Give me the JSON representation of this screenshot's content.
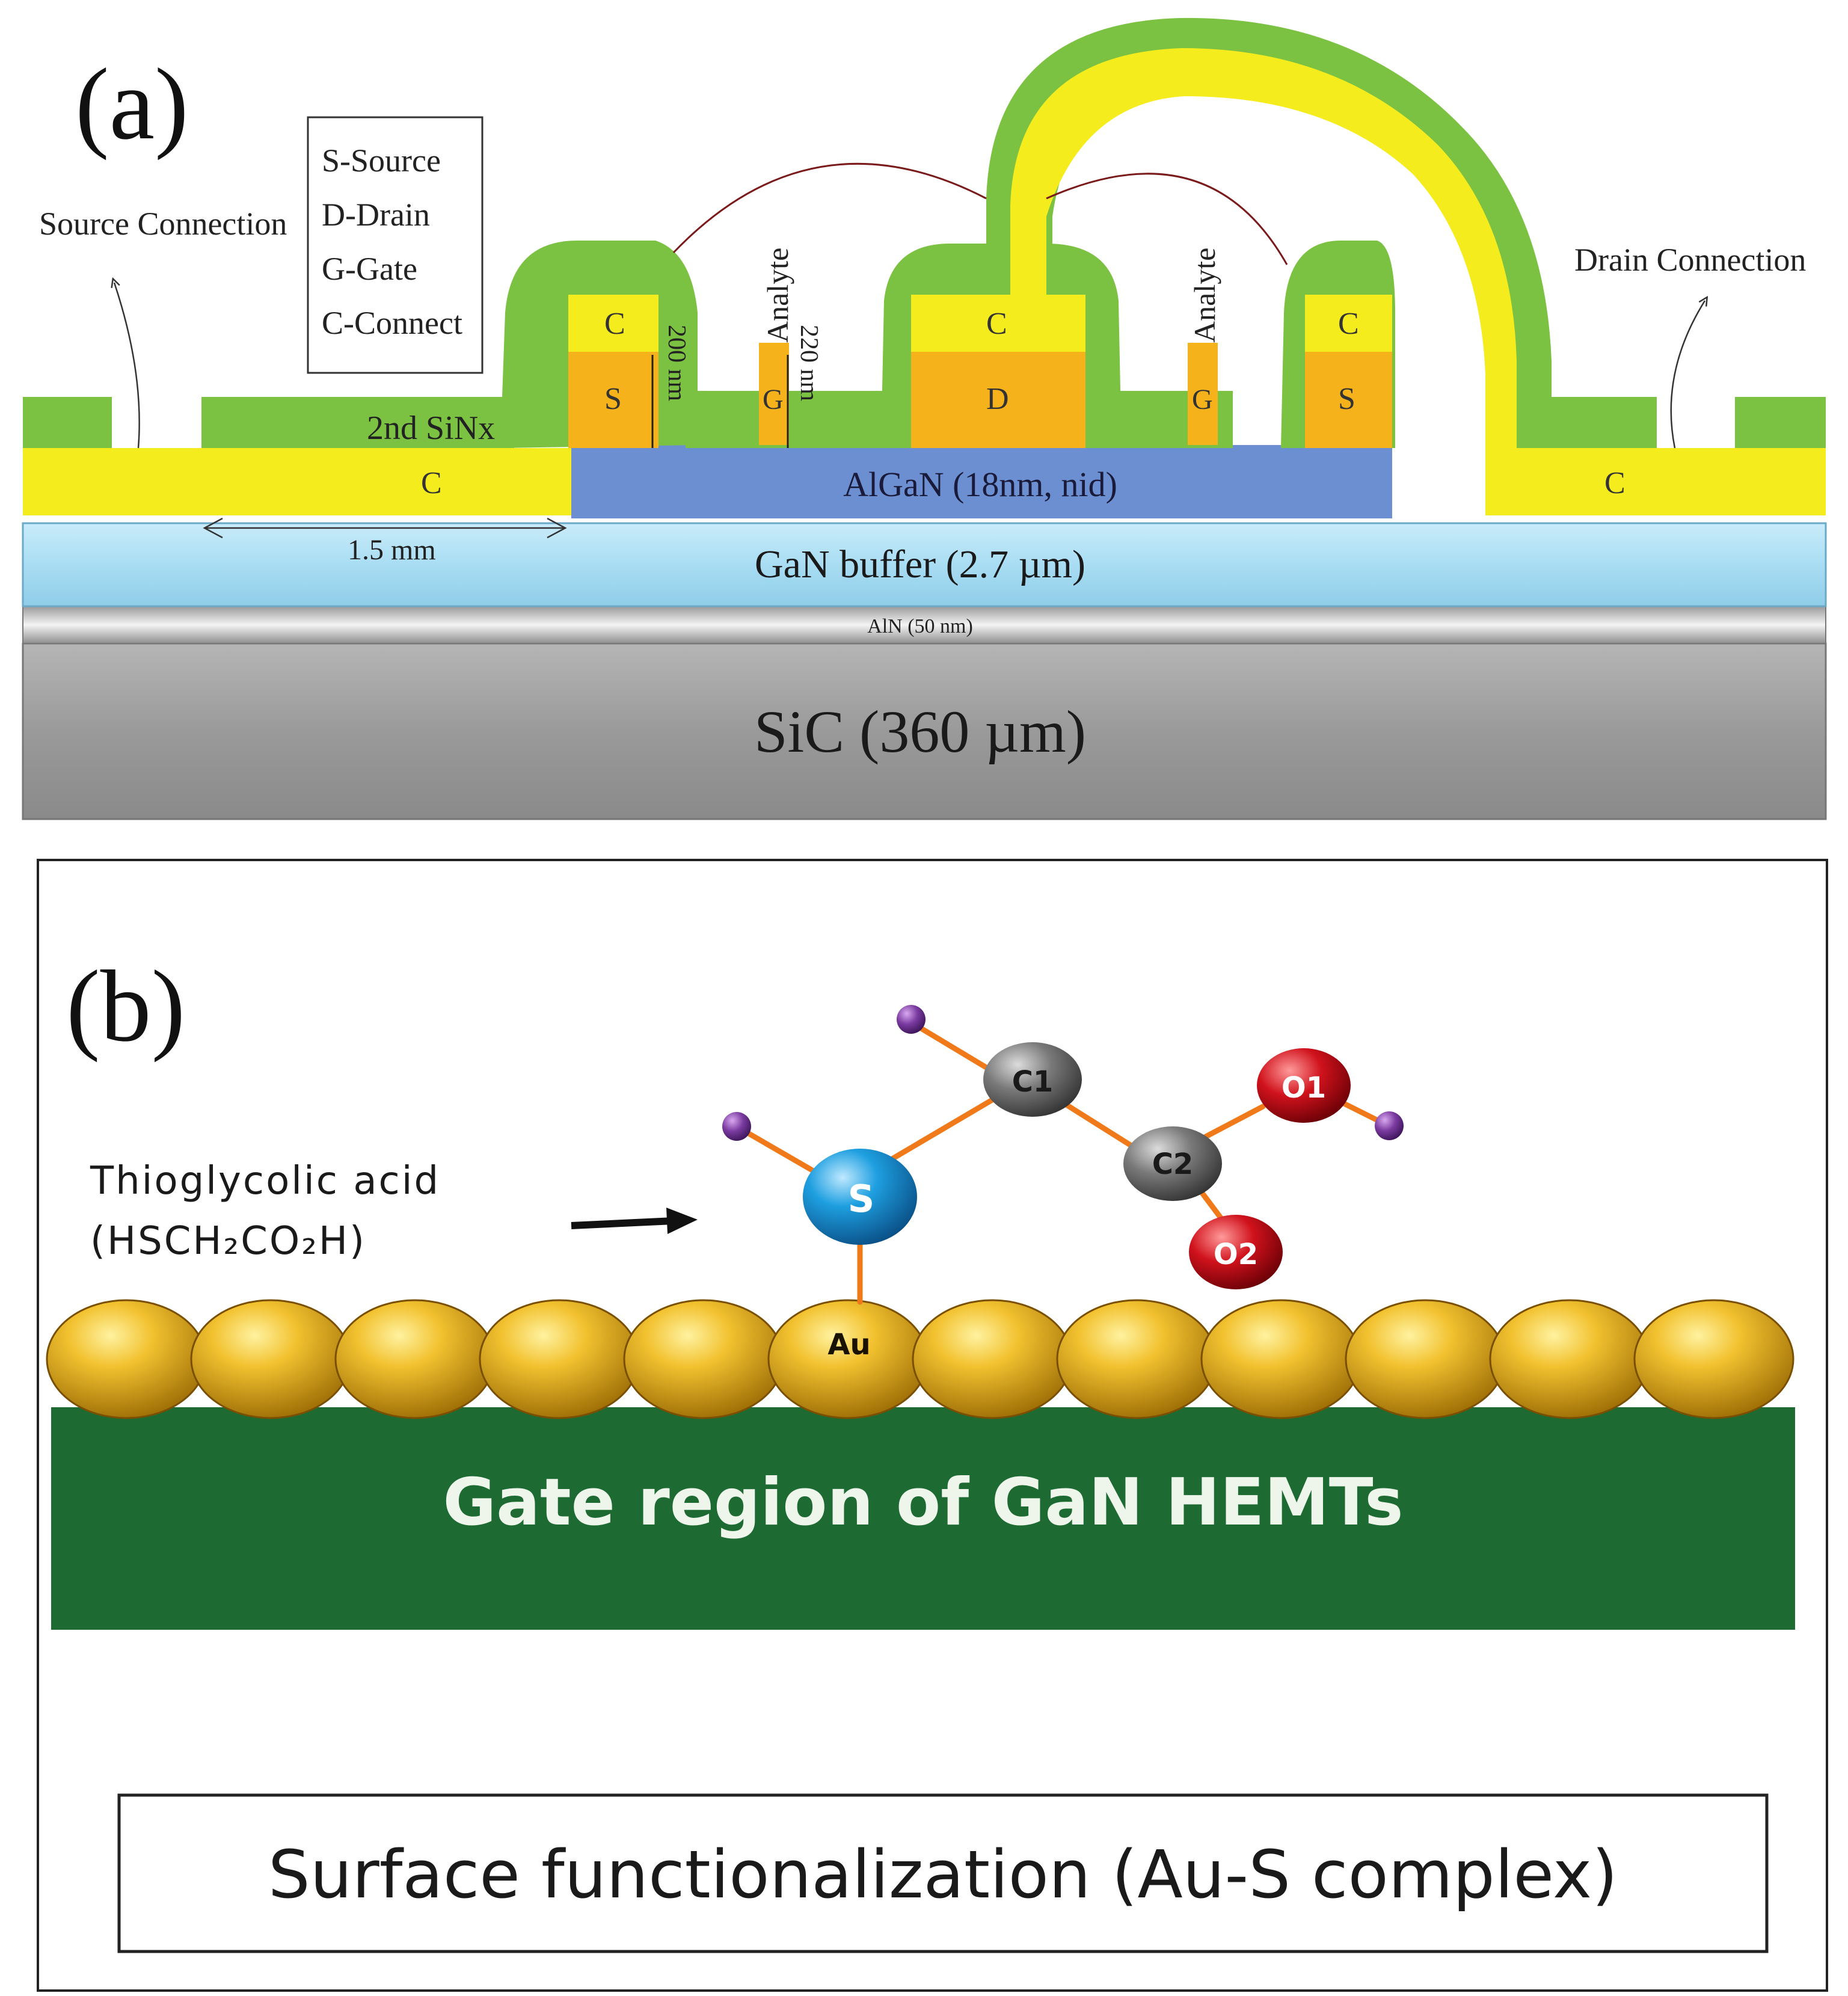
{
  "panel_a": {
    "label": "(a)",
    "legend": [
      "S-Source",
      "D-Drain",
      "G-Gate",
      "C-Connect"
    ],
    "source_connection": "Source Connection",
    "drain_connection": "Drain Connection",
    "sinx_label": "2nd SiNx",
    "c_label": "C",
    "s_label": "S",
    "d_label": "D",
    "g_label": "G",
    "analyte_label": "Analyte",
    "dim_200": "200 nm",
    "dim_220": "220 nm",
    "dim_1_5": "1.5 mm",
    "algan": "AlGaN (18nm, nid)",
    "gan_buffer": "GaN buffer (2.7 µm)",
    "aln": "AlN (50 nm)",
    "sic": "SiC (360 µm)"
  },
  "panel_b": {
    "label": "(b)",
    "thio_line1": "Thioglycolic acid",
    "thio_line2": "(HSCH₂CO₂H)",
    "atom_s": "S",
    "atom_c1": "C1",
    "atom_c2": "C2",
    "atom_o1": "O1",
    "atom_o2": "O2",
    "atom_au": "Au",
    "gate_region": "Gate region of GaN HEMTs",
    "caption": "Surface functionalization (Au-S complex)"
  },
  "colors": {
    "green_sinx": "#7cc242",
    "yellow_contact": "#f5ec1e",
    "orange_electrode": "#f6b21a",
    "algan_blue": "#6b8fd0",
    "gan_blue": "#a9ddf3",
    "aln_gray": "#cfcfcf",
    "sic_gray": "#9a9a9a",
    "gate_green": "#1d6b33",
    "gold": "#e8a90e",
    "sulfur_blue": "#1e9fe0",
    "carbon_gray": "#6e6e6e",
    "oxygen_red": "#c8141e",
    "hydrogen_purple": "#7a3ba0"
  }
}
